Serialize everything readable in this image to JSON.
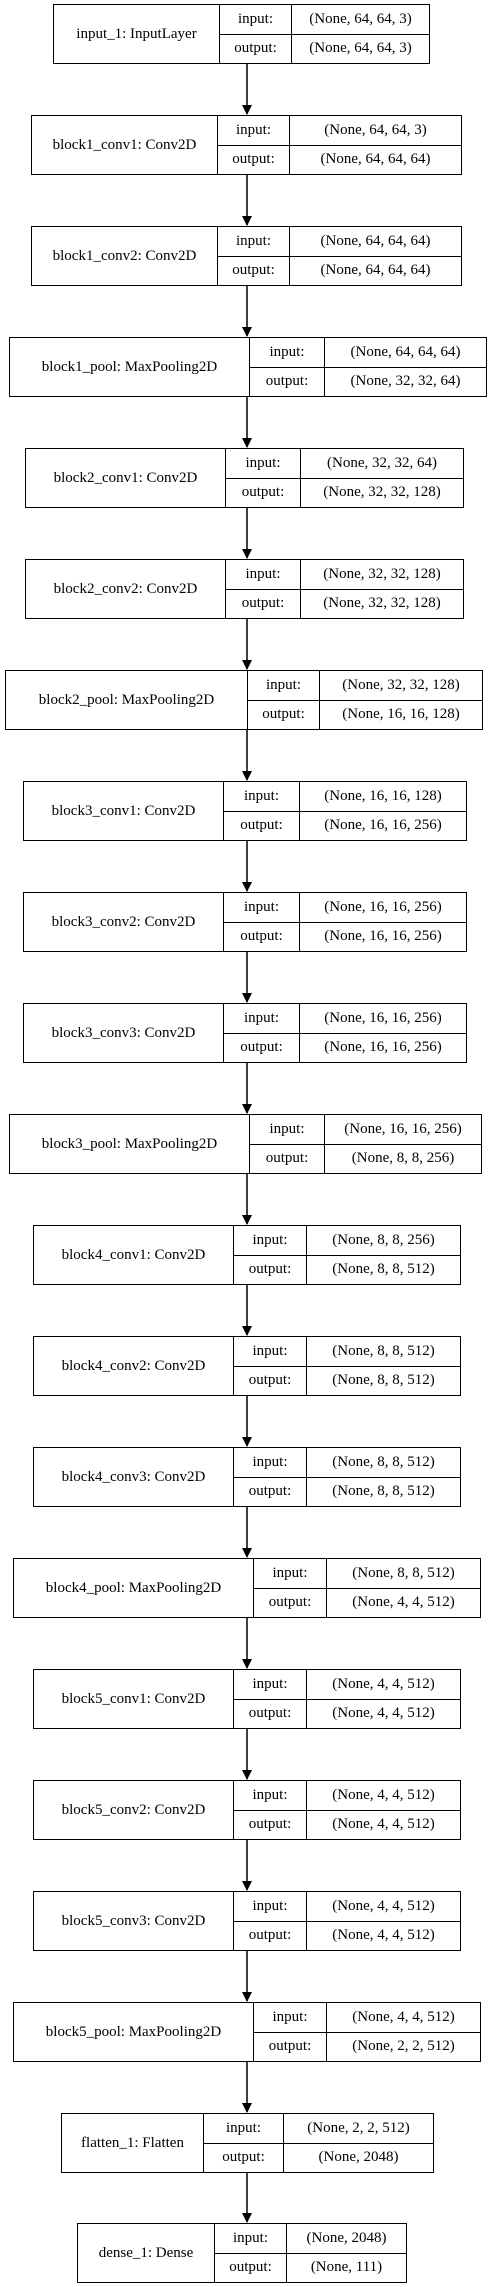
{
  "layers": [
    {
      "name": "input_1: InputLayer",
      "input_label": "input:",
      "output_label": "output:",
      "input": "(None, 64, 64, 3)",
      "output": "(None, 64, 64, 3)"
    },
    {
      "name": "block1_conv1: Conv2D",
      "input_label": "input:",
      "output_label": "output:",
      "input": "(None, 64, 64, 3)",
      "output": "(None, 64, 64, 64)"
    },
    {
      "name": "block1_conv2: Conv2D",
      "input_label": "input:",
      "output_label": "output:",
      "input": "(None, 64, 64, 64)",
      "output": "(None, 64, 64, 64)"
    },
    {
      "name": "block1_pool: MaxPooling2D",
      "input_label": "input:",
      "output_label": "output:",
      "input": "(None, 64, 64, 64)",
      "output": "(None, 32, 32, 64)"
    },
    {
      "name": "block2_conv1: Conv2D",
      "input_label": "input:",
      "output_label": "output:",
      "input": "(None, 32, 32, 64)",
      "output": "(None, 32, 32, 128)"
    },
    {
      "name": "block2_conv2: Conv2D",
      "input_label": "input:",
      "output_label": "output:",
      "input": "(None, 32, 32, 128)",
      "output": "(None, 32, 32, 128)"
    },
    {
      "name": "block2_pool: MaxPooling2D",
      "input_label": "input:",
      "output_label": "output:",
      "input": "(None, 32, 32, 128)",
      "output": "(None, 16, 16, 128)"
    },
    {
      "name": "block3_conv1: Conv2D",
      "input_label": "input:",
      "output_label": "output:",
      "input": "(None, 16, 16, 128)",
      "output": "(None, 16, 16, 256)"
    },
    {
      "name": "block3_conv2: Conv2D",
      "input_label": "input:",
      "output_label": "output:",
      "input": "(None, 16, 16, 256)",
      "output": "(None, 16, 16, 256)"
    },
    {
      "name": "block3_conv3: Conv2D",
      "input_label": "input:",
      "output_label": "output:",
      "input": "(None, 16, 16, 256)",
      "output": "(None, 16, 16, 256)"
    },
    {
      "name": "block3_pool: MaxPooling2D",
      "input_label": "input:",
      "output_label": "output:",
      "input": "(None, 16, 16, 256)",
      "output": "(None, 8, 8, 256)"
    },
    {
      "name": "block4_conv1: Conv2D",
      "input_label": "input:",
      "output_label": "output:",
      "input": "(None, 8, 8, 256)",
      "output": "(None, 8, 8, 512)"
    },
    {
      "name": "block4_conv2: Conv2D",
      "input_label": "input:",
      "output_label": "output:",
      "input": "(None, 8, 8, 512)",
      "output": "(None, 8, 8, 512)"
    },
    {
      "name": "block4_conv3: Conv2D",
      "input_label": "input:",
      "output_label": "output:",
      "input": "(None, 8, 8, 512)",
      "output": "(None, 8, 8, 512)"
    },
    {
      "name": "block4_pool: MaxPooling2D",
      "input_label": "input:",
      "output_label": "output:",
      "input": "(None, 8, 8, 512)",
      "output": "(None, 4, 4, 512)"
    },
    {
      "name": "block5_conv1: Conv2D",
      "input_label": "input:",
      "output_label": "output:",
      "input": "(None, 4, 4, 512)",
      "output": "(None, 4, 4, 512)"
    },
    {
      "name": "block5_conv2: Conv2D",
      "input_label": "input:",
      "output_label": "output:",
      "input": "(None, 4, 4, 512)",
      "output": "(None, 4, 4, 512)"
    },
    {
      "name": "block5_conv3: Conv2D",
      "input_label": "input:",
      "output_label": "output:",
      "input": "(None, 4, 4, 512)",
      "output": "(None, 4, 4, 512)"
    },
    {
      "name": "block5_pool: MaxPooling2D",
      "input_label": "input:",
      "output_label": "output:",
      "input": "(None, 4, 4, 512)",
      "output": "(None, 2, 2, 512)"
    },
    {
      "name": "flatten_1: Flatten",
      "input_label": "input:",
      "output_label": "output:",
      "input": "(None, 2, 2, 512)",
      "output": "(None, 2048)"
    },
    {
      "name": "dense_1: Dense",
      "input_label": "input:",
      "output_label": "output:",
      "input": "(None, 2048)",
      "output": "(None, 111)"
    }
  ]
}
